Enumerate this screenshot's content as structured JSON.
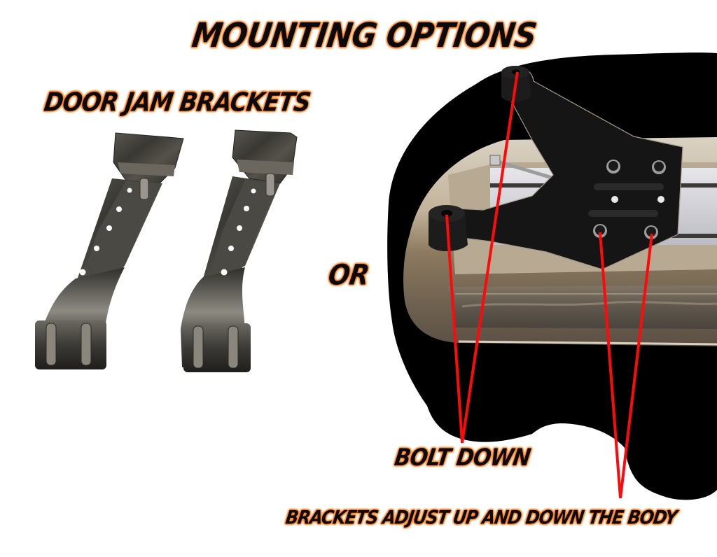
{
  "page": {
    "title": "MOUNTING OPTIONS",
    "left_section": {
      "heading": "DOOR JAM BRACKETS",
      "image": "door-jam-brackets-photo",
      "bracket_count": 2
    },
    "divider_text": "OR",
    "right_section": {
      "image": "light-bar-bolt-down-bracket-photo",
      "callouts": [
        {
          "label": "BOLT DOWN",
          "pointer_color": "#ff0a0a"
        },
        {
          "label": "BRACKETS ADJUST UP AND DOWN THE BODY",
          "pointer_color": "#ff0a0a"
        }
      ]
    }
  },
  "colors": {
    "text": "#0a0a0a",
    "text_glow": "#ff7a1a",
    "pointer": "#ff0a0a",
    "shadow": "#000000",
    "bracket_metal": "#3b3a36",
    "bar_housing": "#b9ab96"
  }
}
